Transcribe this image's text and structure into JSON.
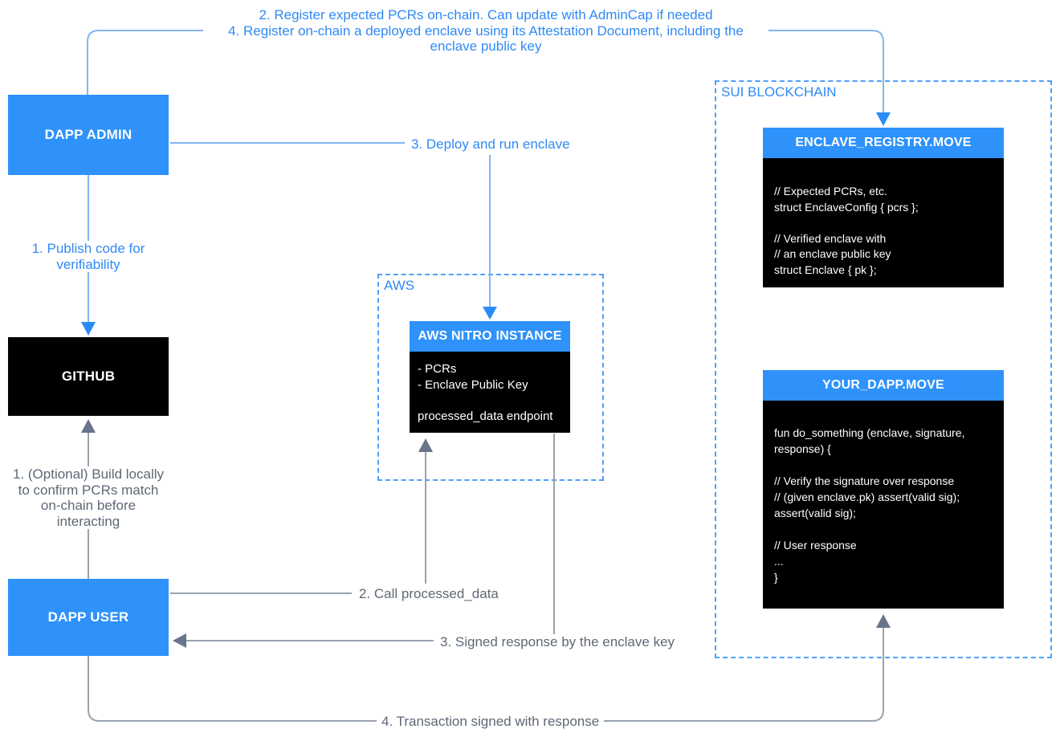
{
  "colors": {
    "box_blue": "#2e92fa",
    "box_black": "#000000",
    "text_blue": "#2f8af5",
    "text_gray": "#5d6876",
    "line_blue": "#84b5f4",
    "arrow_blue": "#2b8bf4",
    "line_gray": "#99a2ae",
    "arrow_gray": "#68748a",
    "dash_blue": "#4f9ffd",
    "bg": "#ffffff"
  },
  "nodes": {
    "dapp_admin": {
      "label": "DAPP ADMIN"
    },
    "github": {
      "label": "GITHUB"
    },
    "dapp_user": {
      "label": "DAPP USER"
    },
    "aws_region": {
      "label": "AWS"
    },
    "sui_region": {
      "label": "SUI BLOCKCHAIN"
    },
    "aws_nitro": {
      "title": "AWS NITRO INSTANCE",
      "lines": [
        "- PCRs",
        "- Enclave Public Key",
        "",
        "processed_data endpoint"
      ]
    },
    "enclave_registry": {
      "title": "ENCLAVE_REGISTRY.MOVE",
      "lines": [
        "// Expected PCRs, etc.",
        "struct EnclaveConfig { pcrs };",
        "",
        "// Verified enclave with",
        "// an enclave public key",
        "struct Enclave { pk };"
      ]
    },
    "your_dapp": {
      "title": "YOUR_DAPP.MOVE",
      "lines": [
        "fun do_something (enclave, signature, response) {",
        "",
        "// Verify the signature over response",
        "// (given enclave.pk) assert(valid sig);",
        "assert(valid sig);",
        "",
        "// User response",
        "...",
        "}"
      ]
    }
  },
  "edges": {
    "register_pcrs": {
      "label_line1": "2. Register expected PCRs on-chain. Can update with AdminCap if needed",
      "label_line2": "4. Register on-chain a deployed enclave using its Attestation Document, including the enclave public key"
    },
    "publish_code": {
      "label": "1. Publish code for verifiability"
    },
    "deploy_enclave": {
      "label": "3. Deploy and run enclave"
    },
    "optional_build": {
      "label": "1. (Optional) Build locally to confirm PCRs match on-chain before interacting"
    },
    "call_processed_data": {
      "label": "2. Call processed_data"
    },
    "signed_response": {
      "label": "3. Signed response by the enclave key"
    },
    "transaction_signed": {
      "label": "4. Transaction signed with response"
    }
  }
}
